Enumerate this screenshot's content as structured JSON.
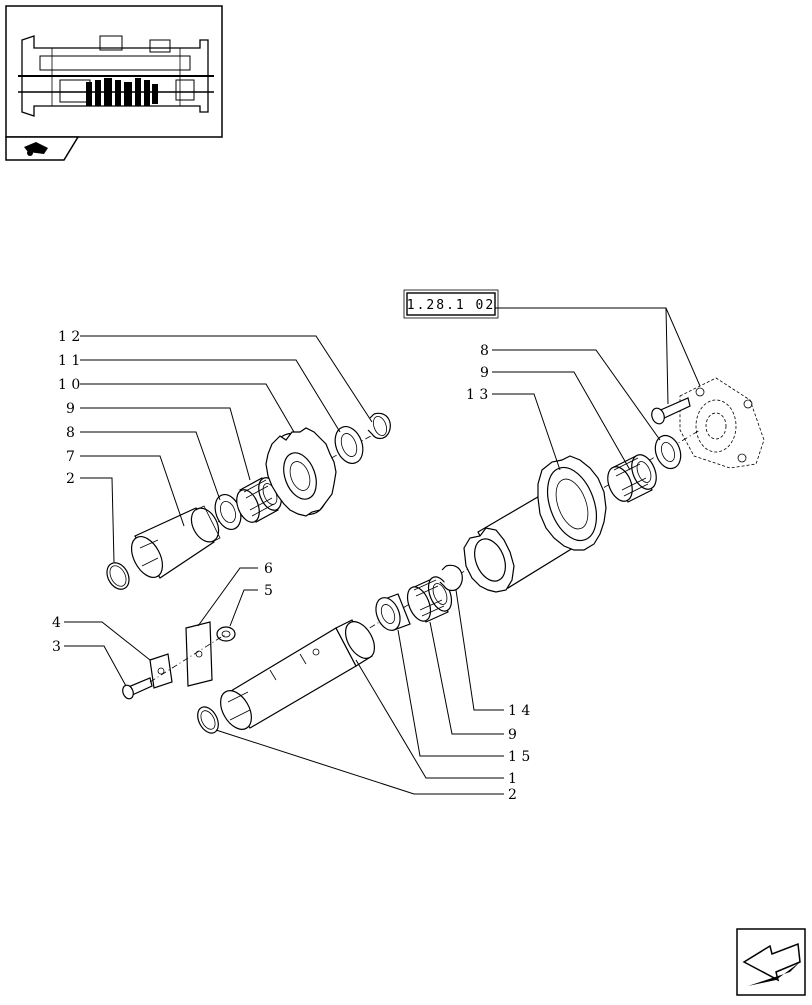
{
  "reference_box": {
    "label": "1.28.1 02"
  },
  "callouts": {
    "c12": "1 2",
    "c11": "1 1",
    "c10": "1 0",
    "c9a": "9",
    "c8a": "8",
    "c7": "7",
    "c2a": "2",
    "c6": "6",
    "c5": "5",
    "c4": "4",
    "c3": "3",
    "c8b": "8",
    "c9b": "9",
    "c13": "1 3",
    "c14": "1 4",
    "c9c": "9",
    "c15": "1 5",
    "c1": "1",
    "c2b": "2"
  },
  "icons": {
    "thumbnail": "transmission-section-thumbnail",
    "thumb_marker": "tractor-silhouette-icon",
    "nav": "next-page-arrow-icon"
  }
}
